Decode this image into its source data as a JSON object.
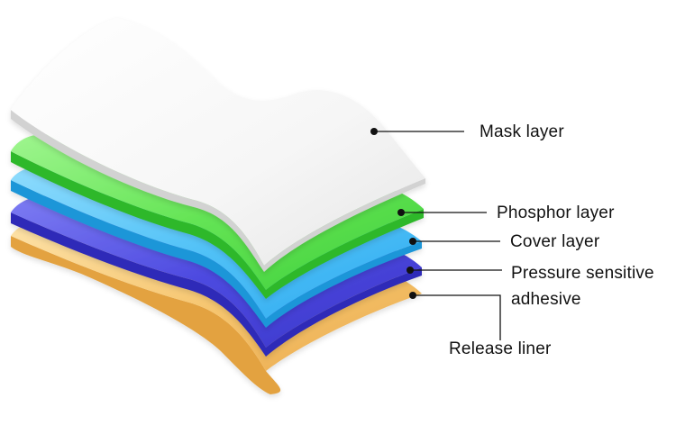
{
  "diagram": {
    "layers": [
      {
        "id": "mask",
        "label": "Mask layer",
        "color": "#f4f4f4"
      },
      {
        "id": "phosphor",
        "label": "Phosphor layer",
        "color": "#6ee85f"
      },
      {
        "id": "cover",
        "label": "Cover layer",
        "color": "#5cc8f8"
      },
      {
        "id": "psa",
        "label_line1": "Pressure sensitive",
        "label_line2": "adhesive",
        "color": "#5a58e6"
      },
      {
        "id": "release",
        "label": "Release liner",
        "color": "#f6c56e"
      }
    ],
    "leader_color": "#111111"
  }
}
